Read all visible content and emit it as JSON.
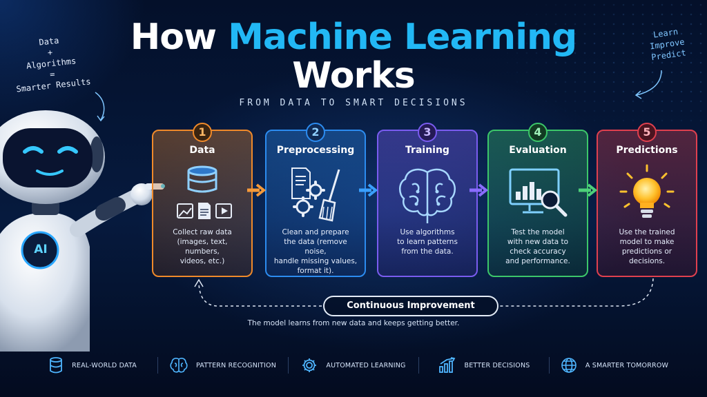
{
  "title": {
    "part1": "How",
    "part2": "Machine Learning",
    "part3": "Works"
  },
  "subtitle": "FROM DATA TO SMART DECISIONS",
  "note_left": {
    "line1": "Data",
    "line2": "+",
    "line3": "Algorithms",
    "line4": "=",
    "line5": "Smarter Results"
  },
  "note_right": {
    "line1": "Learn",
    "line2": "Improve",
    "line3": "Predict"
  },
  "robot": {
    "chest_label": "AI"
  },
  "steps": [
    {
      "number": "1",
      "title": "Data",
      "icon": "database-icon",
      "color": "#f08a2a",
      "desc": "Collect raw data\n(images, text, numbers,\nvideos, etc.)"
    },
    {
      "number": "2",
      "title": "Preprocessing",
      "icon": "gears-broom-icon",
      "color": "#2c8cf0",
      "desc": "Clean and prepare\nthe data (remove noise,\nhandle missing values,\nformat it)."
    },
    {
      "number": "3",
      "title": "Training",
      "icon": "brain-icon",
      "color": "#7a5cf0",
      "desc": "Use algorithms\nto learn patterns\nfrom the data."
    },
    {
      "number": "4",
      "title": "Evaluation",
      "icon": "monitor-chart-icon",
      "color": "#3cc76a",
      "desc": "Test the model\nwith new data to\ncheck accuracy\nand performance."
    },
    {
      "number": "5",
      "title": "Predictions",
      "icon": "lightbulb-icon",
      "color": "#e0404f",
      "desc": "Use the trained\nmodel to make\npredictions or\ndecisions."
    }
  ],
  "loop": {
    "label": "Continuous Improvement",
    "desc": "The model learns from new data and keeps getting better."
  },
  "footer": [
    {
      "icon": "database-icon",
      "label": "REAL-WORLD DATA"
    },
    {
      "icon": "brain-icon",
      "label": "PATTERN RECOGNITION"
    },
    {
      "icon": "gear-icon",
      "label": "AUTOMATED LEARNING"
    },
    {
      "icon": "bar-chart-icon",
      "label": "BETTER DECISIONS"
    },
    {
      "icon": "globe-icon",
      "label": "A SMARTER TOMORROW"
    }
  ]
}
